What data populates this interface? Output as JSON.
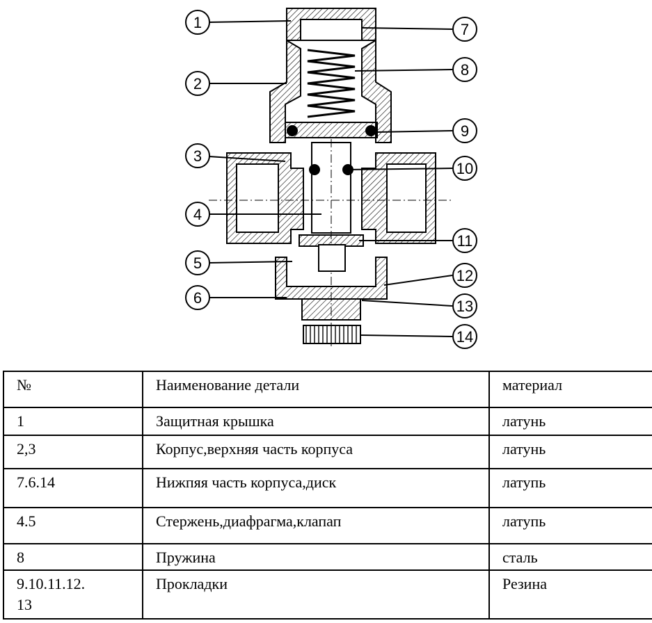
{
  "diagram": {
    "callouts": [
      "1",
      "2",
      "3",
      "4",
      "5",
      "6",
      "7",
      "8",
      "9",
      "10",
      "11",
      "12",
      "13",
      "14"
    ]
  },
  "table": {
    "header": {
      "num": "№",
      "name": "Наименование детали",
      "material": "материал"
    },
    "rows": [
      {
        "num": "1",
        "name": "Защитная крышка",
        "material": "латунь"
      },
      {
        "num": "2,3",
        "name": "Корпус,верхняя часть корпуса",
        "material": "латунь"
      },
      {
        "num": "7.6.14",
        "name": "Нижпяя часть корпуса,диск",
        "material": "латупь"
      },
      {
        "num": "4.5",
        "name": "Стержень,диафрагма,клапап",
        "material": "латупь"
      },
      {
        "num": "8",
        "name": "Пружина",
        "material": "сталь"
      },
      {
        "num": "9.10.11.12.\n13",
        "name": "Прокладки",
        "material": "Резина"
      }
    ]
  }
}
